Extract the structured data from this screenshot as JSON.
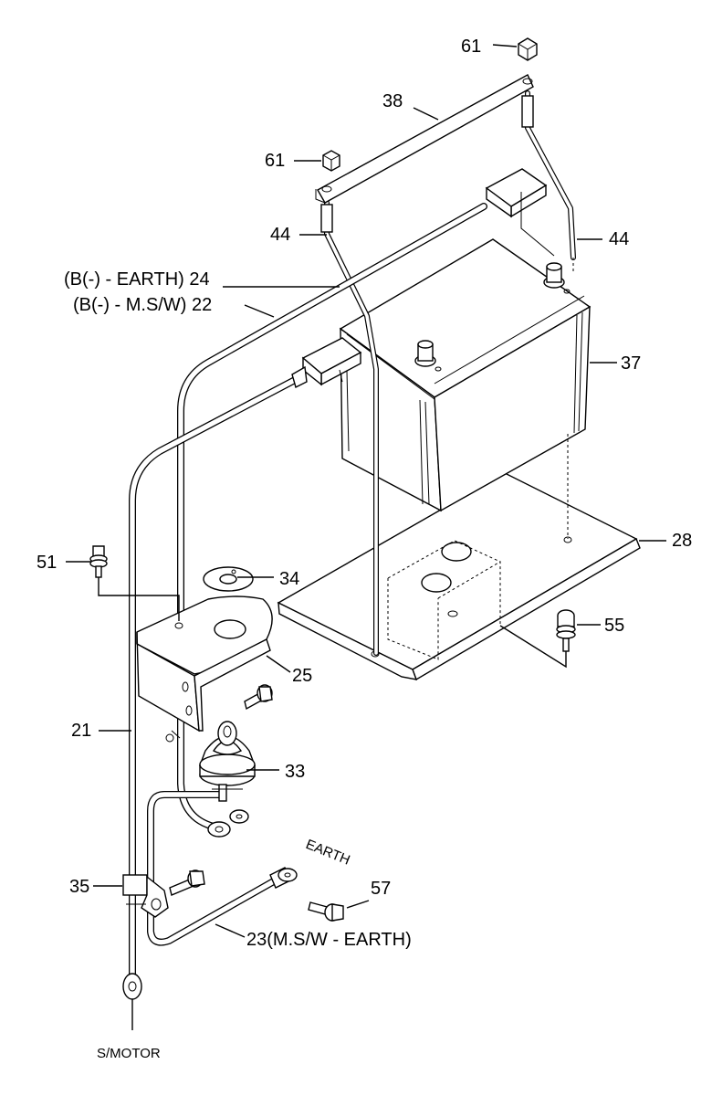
{
  "labels": {
    "p61a": "61",
    "p38": "38",
    "p61b": "61",
    "p44a": "44",
    "p44b": "44",
    "p24": "(B(-) - EARTH) 24",
    "p22": "(B(-) - M.S/W) 22",
    "p37": "37",
    "p28": "28",
    "p51": "51",
    "p34": "34",
    "p55": "55",
    "p25": "25",
    "p21": "21",
    "p33": "33",
    "earth": "EARTH",
    "p35": "35",
    "p57": "57",
    "p23": "23(M.S/W - EARTH)",
    "smotor": "S/MOTOR"
  }
}
